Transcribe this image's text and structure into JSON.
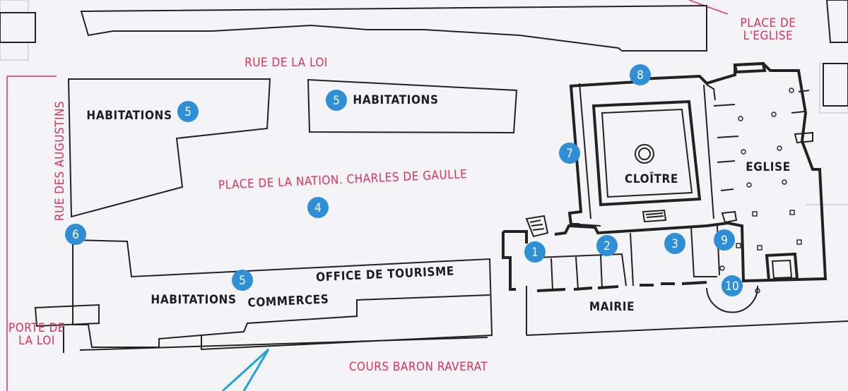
{
  "streets": {
    "place_eglise_1": "PLACE DE",
    "place_eglise_2": "L'EGLISE",
    "rue_loi": "RUE DE LA LOI",
    "rue_augustins": "RUE DES AUGUSTINS",
    "place_nation": "PLACE DE LA NATION. CHARLES DE GAULLE",
    "porte_1": "PORTE DE",
    "porte_2": "LA LOI",
    "cours": "COURS BARON RAVERAT"
  },
  "buildings": {
    "habitations_left": "HABITATIONS",
    "habitations_top": "HABITATIONS",
    "habitations_bottom": "HABITATIONS",
    "commerces": "COMMERCES",
    "office": "OFFICE DE TOURISME",
    "cloitre": "CLOÎTRE",
    "eglise": "EGLISE",
    "mairie": "MAIRIE"
  },
  "markers": {
    "m1": "1",
    "m2": "2",
    "m3": "3",
    "m4": "4",
    "m5a": "5",
    "m5b": "5",
    "m5c": "5",
    "m6": "6",
    "m7": "7",
    "m8": "8",
    "m9": "9",
    "m10": "10"
  },
  "colors": {
    "street_label": "#d8315b",
    "marker": "#2e8fd6",
    "arrow": "#1ea3dc",
    "border": "#e0306a"
  }
}
